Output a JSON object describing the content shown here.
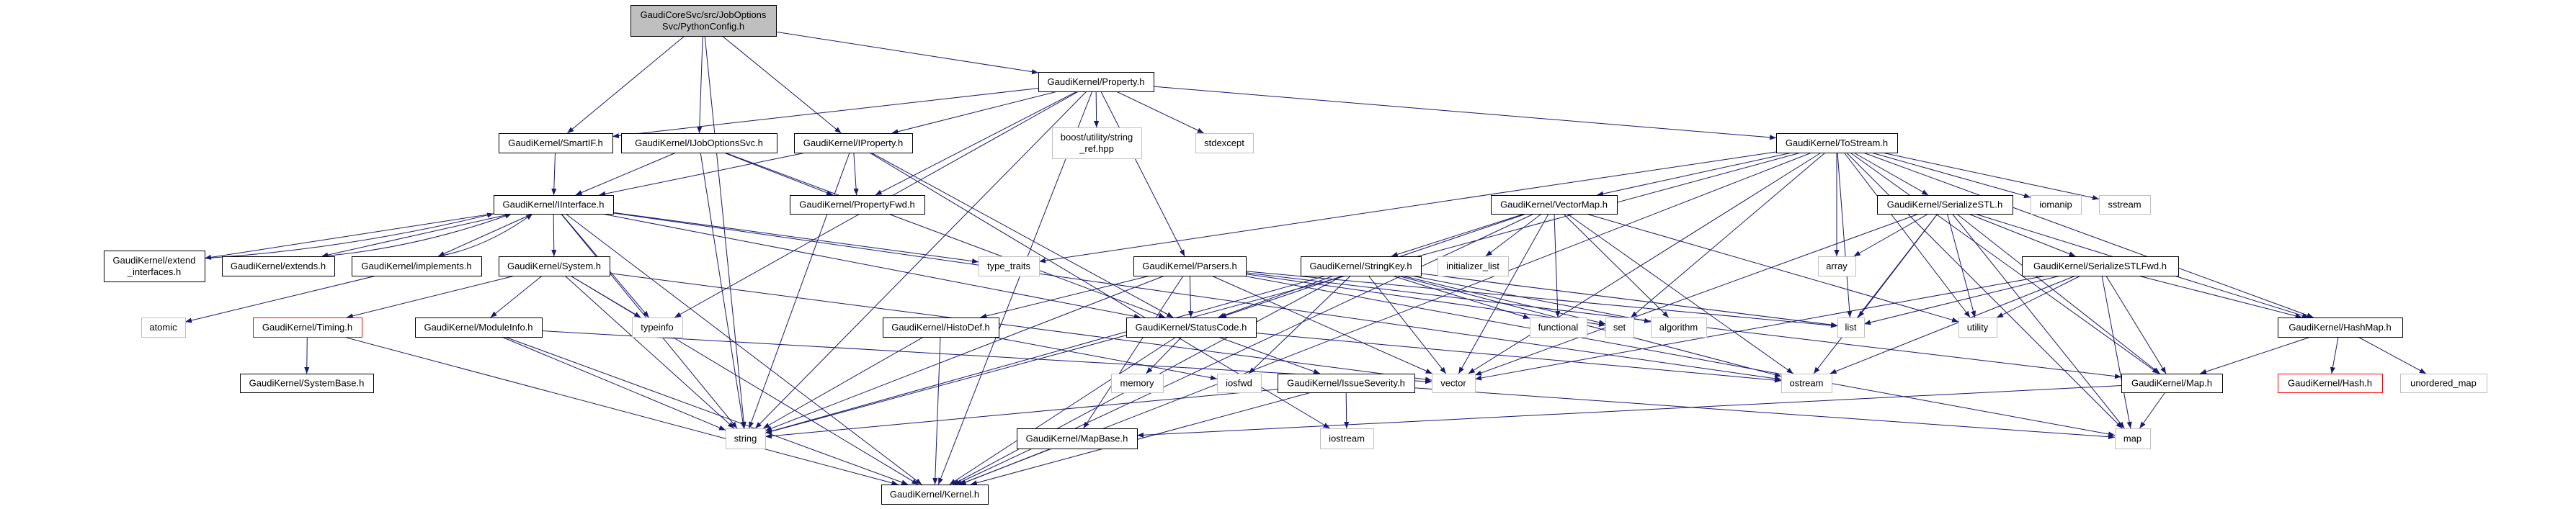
{
  "graph": {
    "colors": {
      "edge": "#191970",
      "node_border": "#000000",
      "external_border": "#bfbfbf",
      "incomplete_border": "#ff0000",
      "root_fill": "#bfbfbf"
    },
    "nodes": {
      "root": {
        "lines": [
          "GaudiCoreSvc/src/JobOptions",
          "Svc/PythonConfig.h"
        ],
        "kind": "root"
      },
      "property": {
        "lines": [
          "GaudiKernel/Property.h"
        ],
        "kind": "normal"
      },
      "smartif": {
        "lines": [
          "GaudiKernel/SmartIF.h"
        ],
        "kind": "normal"
      },
      "ijoboptionssvc": {
        "lines": [
          "GaudiKernel/IJobOptionsSvc.h"
        ],
        "kind": "normal"
      },
      "iproperty": {
        "lines": [
          "GaudiKernel/IProperty.h"
        ],
        "kind": "normal"
      },
      "boost_string_ref": {
        "lines": [
          "boost/utility/string",
          "_ref.hpp"
        ],
        "kind": "external"
      },
      "stdexcept": {
        "lines": [
          "stdexcept"
        ],
        "kind": "external"
      },
      "tostream": {
        "lines": [
          "GaudiKernel/ToStream.h"
        ],
        "kind": "normal"
      },
      "iinterface": {
        "lines": [
          "GaudiKernel/IInterface.h"
        ],
        "kind": "normal"
      },
      "propertyfwd": {
        "lines": [
          "GaudiKernel/PropertyFwd.h"
        ],
        "kind": "normal"
      },
      "vectormap": {
        "lines": [
          "GaudiKernel/VectorMap.h"
        ],
        "kind": "normal"
      },
      "serializestl": {
        "lines": [
          "GaudiKernel/SerializeSTL.h"
        ],
        "kind": "normal"
      },
      "iomanip": {
        "lines": [
          "iomanip"
        ],
        "kind": "external"
      },
      "sstream": {
        "lines": [
          "sstream"
        ],
        "kind": "external"
      },
      "extend_interfaces": {
        "lines": [
          "GaudiKernel/extend",
          "_interfaces.h"
        ],
        "kind": "normal"
      },
      "extends": {
        "lines": [
          "GaudiKernel/extends.h"
        ],
        "kind": "normal"
      },
      "implements": {
        "lines": [
          "GaudiKernel/implements.h"
        ],
        "kind": "normal"
      },
      "system": {
        "lines": [
          "GaudiKernel/System.h"
        ],
        "kind": "normal"
      },
      "type_traits": {
        "lines": [
          "type_traits"
        ],
        "kind": "external"
      },
      "parsers": {
        "lines": [
          "GaudiKernel/Parsers.h"
        ],
        "kind": "normal"
      },
      "stringkey": {
        "lines": [
          "GaudiKernel/StringKey.h"
        ],
        "kind": "normal"
      },
      "initializer_list": {
        "lines": [
          "initializer_list"
        ],
        "kind": "external"
      },
      "array": {
        "lines": [
          "array"
        ],
        "kind": "external"
      },
      "serializestlfwd": {
        "lines": [
          "GaudiKernel/SerializeSTLFwd.h"
        ],
        "kind": "normal"
      },
      "atomic": {
        "lines": [
          "atomic"
        ],
        "kind": "external"
      },
      "timing": {
        "lines": [
          "GaudiKernel/Timing.h"
        ],
        "kind": "incomplete"
      },
      "moduleinfo": {
        "lines": [
          "GaudiKernel/ModuleInfo.h"
        ],
        "kind": "normal"
      },
      "typeinfo": {
        "lines": [
          "typeinfo"
        ],
        "kind": "external"
      },
      "histodef": {
        "lines": [
          "GaudiKernel/HistoDef.h"
        ],
        "kind": "normal"
      },
      "statuscode": {
        "lines": [
          "GaudiKernel/StatusCode.h"
        ],
        "kind": "normal"
      },
      "functional": {
        "lines": [
          "functional"
        ],
        "kind": "external"
      },
      "set": {
        "lines": [
          "set"
        ],
        "kind": "external"
      },
      "algorithm": {
        "lines": [
          "algorithm"
        ],
        "kind": "external"
      },
      "list": {
        "lines": [
          "list"
        ],
        "kind": "external"
      },
      "utility": {
        "lines": [
          "utility"
        ],
        "kind": "external"
      },
      "hashmap": {
        "lines": [
          "GaudiKernel/HashMap.h"
        ],
        "kind": "normal"
      },
      "systembase": {
        "lines": [
          "GaudiKernel/SystemBase.h"
        ],
        "kind": "normal"
      },
      "memory": {
        "lines": [
          "memory"
        ],
        "kind": "external"
      },
      "iosfwd": {
        "lines": [
          "iosfwd"
        ],
        "kind": "external"
      },
      "issueseverity": {
        "lines": [
          "GaudiKernel/IssueSeverity.h"
        ],
        "kind": "normal"
      },
      "vector": {
        "lines": [
          "vector"
        ],
        "kind": "external"
      },
      "ostream": {
        "lines": [
          "ostream"
        ],
        "kind": "external"
      },
      "map_h": {
        "lines": [
          "GaudiKernel/Map.h"
        ],
        "kind": "normal"
      },
      "hash": {
        "lines": [
          "GaudiKernel/Hash.h"
        ],
        "kind": "incomplete"
      },
      "unordered_map": {
        "lines": [
          "unordered_map"
        ],
        "kind": "external"
      },
      "string": {
        "lines": [
          "string"
        ],
        "kind": "external"
      },
      "mapbase": {
        "lines": [
          "GaudiKernel/MapBase.h"
        ],
        "kind": "normal"
      },
      "iostream": {
        "lines": [
          "iostream"
        ],
        "kind": "external"
      },
      "map": {
        "lines": [
          "map"
        ],
        "kind": "external"
      },
      "kernel": {
        "lines": [
          "GaudiKernel/Kernel.h"
        ],
        "kind": "normal"
      }
    },
    "edges": [
      [
        "root",
        "string"
      ],
      [
        "root",
        "smartif"
      ],
      [
        "root",
        "ijoboptionssvc"
      ],
      [
        "root",
        "iproperty"
      ],
      [
        "root",
        "property"
      ],
      [
        "smartif",
        "iinterface"
      ],
      [
        "ijoboptionssvc",
        "iinterface"
      ],
      [
        "ijoboptionssvc",
        "propertyfwd"
      ],
      [
        "ijoboptionssvc",
        "statuscode"
      ],
      [
        "ijoboptionssvc",
        "string"
      ],
      [
        "iproperty",
        "iinterface"
      ],
      [
        "iproperty",
        "propertyfwd"
      ],
      [
        "iproperty",
        "string"
      ],
      [
        "iproperty",
        "statuscode"
      ],
      [
        "iproperty",
        "iostream"
      ],
      [
        "property",
        "smartif"
      ],
      [
        "property",
        "iproperty"
      ],
      [
        "property",
        "boost_string_ref"
      ],
      [
        "property",
        "stdexcept"
      ],
      [
        "property",
        "parsers"
      ],
      [
        "property",
        "tostream"
      ],
      [
        "property",
        "propertyfwd"
      ],
      [
        "property",
        "typeinfo"
      ],
      [
        "property",
        "string"
      ],
      [
        "property",
        "kernel"
      ],
      [
        "iinterface",
        "extend_interfaces"
      ],
      [
        "iinterface",
        "extends"
      ],
      [
        "iinterface",
        "implements"
      ],
      [
        "iinterface",
        "system"
      ],
      [
        "iinterface",
        "typeinfo"
      ],
      [
        "iinterface",
        "type_traits"
      ],
      [
        "iinterface",
        "statuscode"
      ],
      [
        "iinterface",
        "string"
      ],
      [
        "iinterface",
        "kernel"
      ],
      [
        "iinterface",
        "ostream"
      ],
      [
        "extend_interfaces",
        "iinterface"
      ],
      [
        "extends",
        "iinterface"
      ],
      [
        "implements",
        "iinterface"
      ],
      [
        "implements",
        "atomic"
      ],
      [
        "system",
        "timing"
      ],
      [
        "system",
        "moduleinfo"
      ],
      [
        "system",
        "typeinfo"
      ],
      [
        "system",
        "string"
      ],
      [
        "system",
        "kernel"
      ],
      [
        "system",
        "vector"
      ],
      [
        "timing",
        "systembase"
      ],
      [
        "timing",
        "kernel"
      ],
      [
        "moduleinfo",
        "string"
      ],
      [
        "moduleinfo",
        "kernel"
      ],
      [
        "moduleinfo",
        "vector"
      ],
      [
        "parsers",
        "histodef"
      ],
      [
        "parsers",
        "statuscode"
      ],
      [
        "parsers",
        "string"
      ],
      [
        "parsers",
        "vector"
      ],
      [
        "parsers",
        "list"
      ],
      [
        "parsers",
        "set"
      ],
      [
        "parsers",
        "map"
      ],
      [
        "parsers",
        "map_h"
      ],
      [
        "parsers",
        "mapbase"
      ],
      [
        "histodef",
        "kernel"
      ],
      [
        "histodef",
        "string"
      ],
      [
        "histodef",
        "iosfwd"
      ],
      [
        "statuscode",
        "issueseverity"
      ],
      [
        "statuscode",
        "kernel"
      ],
      [
        "statuscode",
        "memory"
      ],
      [
        "statuscode",
        "ostream"
      ],
      [
        "issueseverity",
        "iostream"
      ],
      [
        "issueseverity",
        "string"
      ],
      [
        "issueseverity",
        "kernel"
      ],
      [
        "issueseverity",
        "map"
      ],
      [
        "mapbase",
        "kernel"
      ],
      [
        "tostream",
        "vectormap"
      ],
      [
        "tostream",
        "serializestl"
      ],
      [
        "tostream",
        "iomanip"
      ],
      [
        "tostream",
        "sstream"
      ],
      [
        "tostream",
        "array"
      ],
      [
        "tostream",
        "list"
      ],
      [
        "tostream",
        "set"
      ],
      [
        "tostream",
        "string"
      ],
      [
        "tostream",
        "vector"
      ],
      [
        "tostream",
        "type_traits"
      ],
      [
        "tostream",
        "map_h"
      ],
      [
        "tostream",
        "hashmap"
      ],
      [
        "tostream",
        "map"
      ],
      [
        "tostream",
        "kernel"
      ],
      [
        "tostream",
        "utility"
      ],
      [
        "vectormap",
        "stringkey"
      ],
      [
        "vectormap",
        "initializer_list"
      ],
      [
        "vectormap",
        "functional"
      ],
      [
        "vectormap",
        "algorithm"
      ],
      [
        "vectormap",
        "vector"
      ],
      [
        "vectormap",
        "ostream"
      ],
      [
        "vectormap",
        "utility"
      ],
      [
        "vectormap",
        "kernel"
      ],
      [
        "vectormap",
        "statuscode"
      ],
      [
        "stringkey",
        "functional"
      ],
      [
        "stringkey",
        "set"
      ],
      [
        "stringkey",
        "algorithm"
      ],
      [
        "stringkey",
        "list"
      ],
      [
        "stringkey",
        "string"
      ],
      [
        "stringkey",
        "vector"
      ],
      [
        "stringkey",
        "statuscode"
      ],
      [
        "stringkey",
        "iosfwd"
      ],
      [
        "stringkey",
        "kernel"
      ],
      [
        "stringkey",
        "ostream"
      ],
      [
        "serializestl",
        "serializestlfwd"
      ],
      [
        "serializestl",
        "array"
      ],
      [
        "serializestl",
        "list"
      ],
      [
        "serializestl",
        "utility"
      ],
      [
        "serializestl",
        "vector"
      ],
      [
        "serializestl",
        "ostream"
      ],
      [
        "serializestl",
        "map_h"
      ],
      [
        "serializestl",
        "hashmap"
      ],
      [
        "serializestl",
        "map"
      ],
      [
        "serializestlfwd",
        "list"
      ],
      [
        "serializestlfwd",
        "utility"
      ],
      [
        "serializestlfwd",
        "vector"
      ],
      [
        "serializestlfwd",
        "ostream"
      ],
      [
        "serializestlfwd",
        "map_h"
      ],
      [
        "serializestlfwd",
        "hashmap"
      ],
      [
        "serializestlfwd",
        "map"
      ],
      [
        "hashmap",
        "map_h"
      ],
      [
        "hashmap",
        "hash"
      ],
      [
        "hashmap",
        "unordered_map"
      ],
      [
        "map_h",
        "mapbase"
      ],
      [
        "map_h",
        "map"
      ]
    ]
  }
}
